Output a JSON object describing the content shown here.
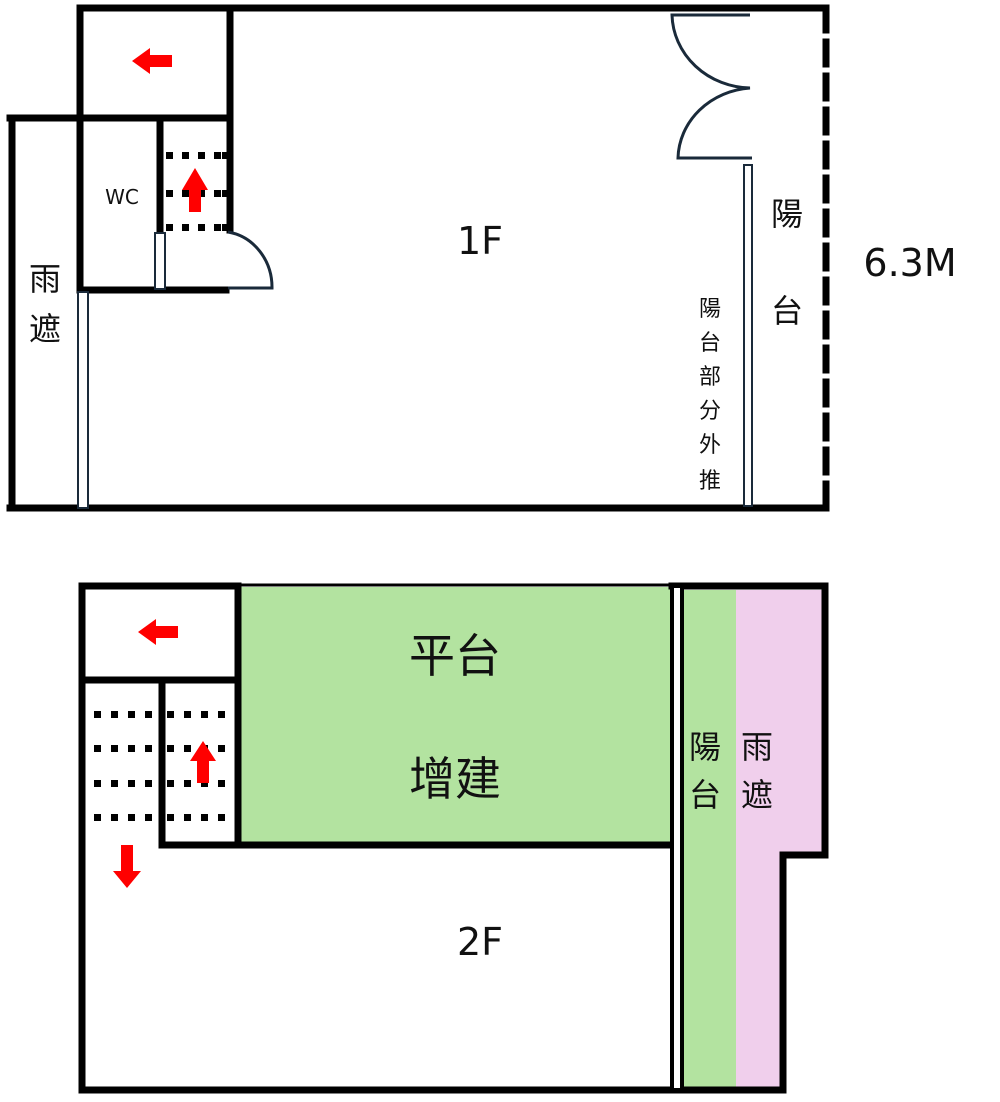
{
  "floor1": {
    "title": "1F",
    "wc": "WC",
    "canopy": [
      "雨",
      "遮"
    ],
    "balcony": [
      "陽",
      "台"
    ],
    "balcony_extended": [
      "陽",
      "台",
      "部",
      "分",
      "外",
      "推"
    ],
    "dimension": "6.3M"
  },
  "floor2": {
    "title": "2F",
    "platform": "平台",
    "addition": "增建",
    "balcony": [
      "陽",
      "台"
    ],
    "canopy": [
      "雨",
      "遮"
    ]
  },
  "colors": {
    "wall": "#000000",
    "arrow": "#ff0000",
    "platform_fill": "#b3e3a0",
    "canopy_fill": "#f0cfec",
    "window": "#1a2a3a"
  }
}
